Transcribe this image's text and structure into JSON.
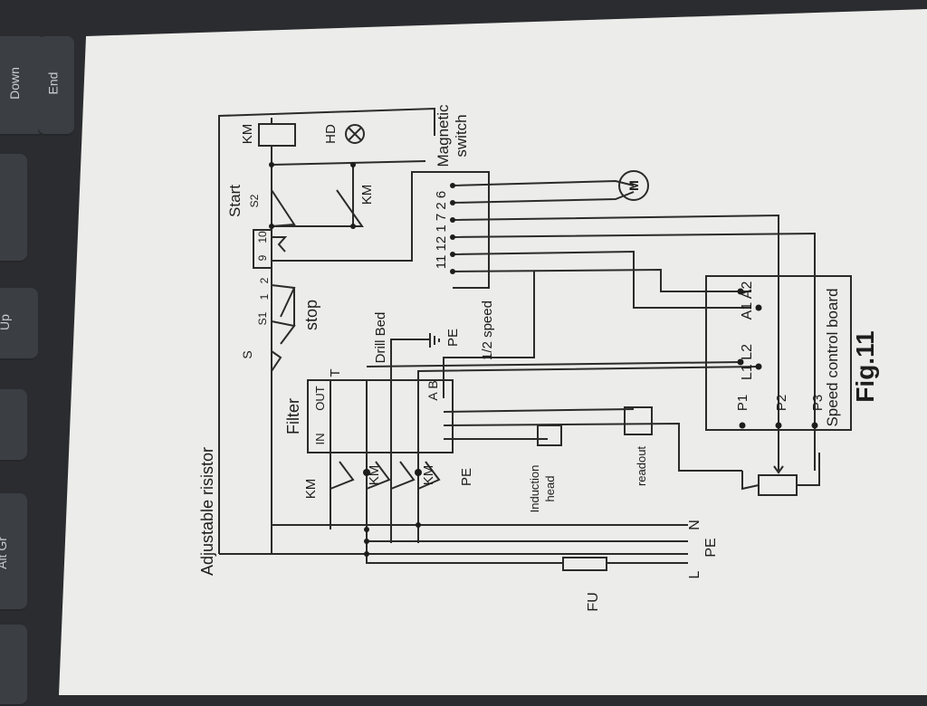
{
  "keyboard": {
    "keys": [
      "Down",
      "End",
      "Up",
      "Alt Gr"
    ]
  },
  "diagram": {
    "fig_title": "Fig.11",
    "magnetic_switch": [
      "Magnetic",
      "switch"
    ],
    "speed_control_board": "Speed control board",
    "adjustable_resistor": "Adjustable risistor",
    "km": "KM",
    "hd": "HD",
    "start": "Start",
    "s2": "S2",
    "stop": "stop",
    "s1": "S1",
    "s": "S",
    "t12": "1",
    "t2": "2",
    "t9": "9",
    "t10": "10",
    "filter": "Filter",
    "in": "IN",
    "out": "OUT",
    "drill_bed": "Drill Bed",
    "pe": "PE",
    "half_speed": "1/2 speed",
    "term_row": "11 12 1  7  2 6",
    "motor": "M",
    "a": "A",
    "b": "B",
    "t": "T",
    "l1l2": "L1 L2",
    "a1a2": "A1 A2",
    "p1": "P1",
    "p2": "P2",
    "p3": "P3",
    "induction": [
      "Induction",
      "head"
    ],
    "readout": "readout",
    "n": "N",
    "l": "L",
    "fu": "FU"
  }
}
